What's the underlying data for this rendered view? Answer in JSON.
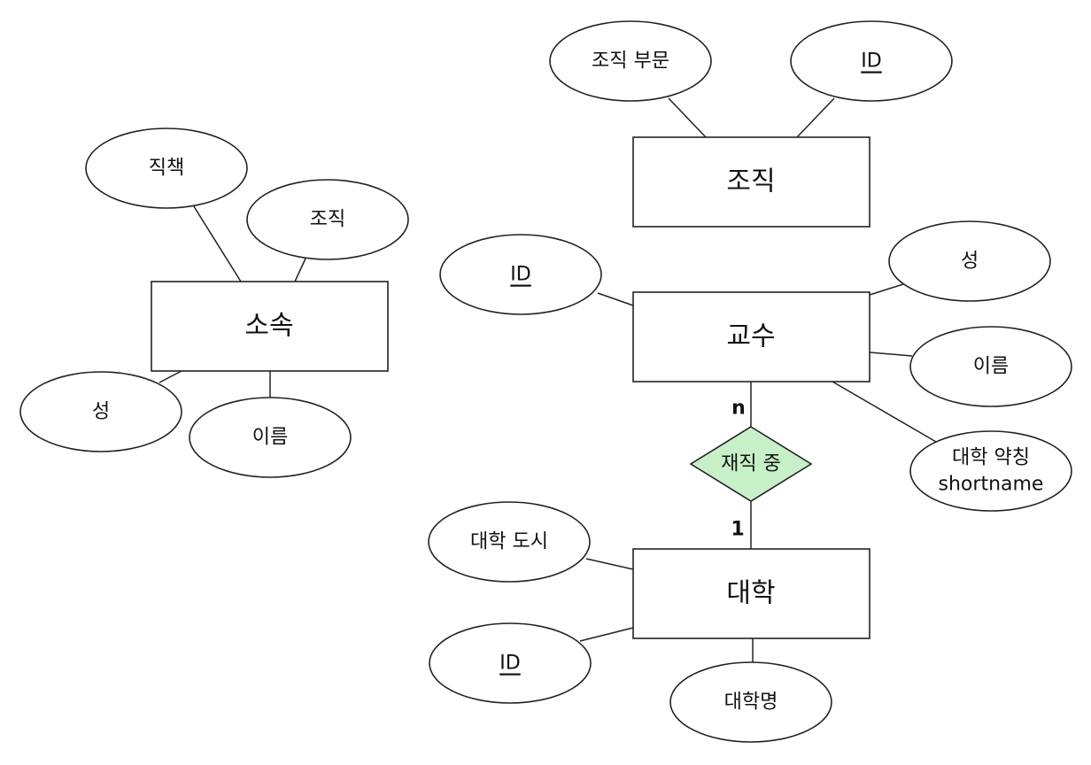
{
  "colors": {
    "stroke": "#222222",
    "background": "#ffffff",
    "relationship_fill": "#c8f0c8"
  },
  "entities": {
    "affiliation": {
      "label": "소속"
    },
    "organization": {
      "label": "조직"
    },
    "professor": {
      "label": "교수"
    },
    "university": {
      "label": "대학"
    }
  },
  "attributes": {
    "affiliation_position": {
      "label": "직책",
      "key": false
    },
    "affiliation_organization": {
      "label": "조직",
      "key": false
    },
    "affiliation_surname": {
      "label": "성",
      "key": false
    },
    "affiliation_name": {
      "label": "이름",
      "key": false
    },
    "organization_division": {
      "label": "조직 부문",
      "key": false
    },
    "organization_id": {
      "label": "ID",
      "key": true
    },
    "professor_id": {
      "label": "ID",
      "key": true
    },
    "professor_surname": {
      "label": "성",
      "key": false
    },
    "professor_name": {
      "label": "이름",
      "key": false
    },
    "professor_university_abbr": {
      "label": "대학 약칭",
      "label2": "shortname",
      "key": false
    },
    "university_city": {
      "label": "대학 도시",
      "key": false
    },
    "university_id": {
      "label": "ID",
      "key": true
    },
    "university_name": {
      "label": "대학명",
      "key": false
    }
  },
  "relationships": {
    "employed": {
      "label": "재직 중",
      "card_professor": "n",
      "card_university": "1"
    }
  }
}
